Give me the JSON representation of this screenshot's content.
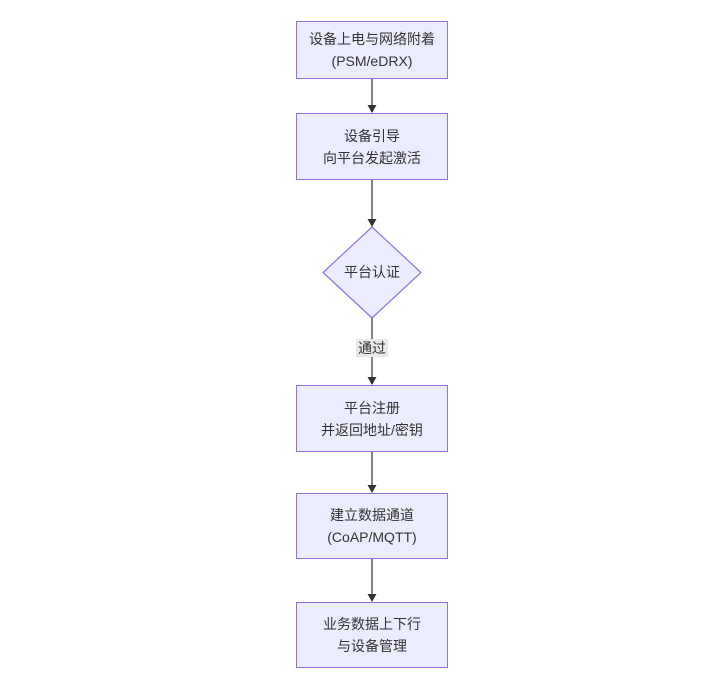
{
  "diagram": {
    "type": "flowchart",
    "direction": "top-to-bottom",
    "colors": {
      "node_fill": "#ECECFF",
      "node_border": "#9370DB",
      "text": "#333333",
      "edge": "#333333",
      "edge_label_bg": "#e8e8e8",
      "background": "#ffffff"
    },
    "nodes": [
      {
        "id": "A",
        "shape": "rect",
        "line1": "设备上电与网络附着",
        "line2": "(PSM/eDRX)"
      },
      {
        "id": "B",
        "shape": "rect",
        "line1": "设备引导",
        "line2": "向平台发起激活"
      },
      {
        "id": "C",
        "shape": "diamond",
        "label": "平台认证"
      },
      {
        "id": "D",
        "shape": "rect",
        "line1": "平台注册",
        "line2": "并返回地址/密钥"
      },
      {
        "id": "E",
        "shape": "rect",
        "line1": "建立数据通道",
        "line2": "(CoAP/MQTT)"
      },
      {
        "id": "F",
        "shape": "rect",
        "line1": "业务数据上下行",
        "line2": "与设备管理"
      }
    ],
    "edges": [
      {
        "from": "A",
        "to": "B",
        "label": ""
      },
      {
        "from": "B",
        "to": "C",
        "label": ""
      },
      {
        "from": "C",
        "to": "D",
        "label": "通过"
      },
      {
        "from": "D",
        "to": "E",
        "label": ""
      },
      {
        "from": "E",
        "to": "F",
        "label": ""
      }
    ]
  }
}
